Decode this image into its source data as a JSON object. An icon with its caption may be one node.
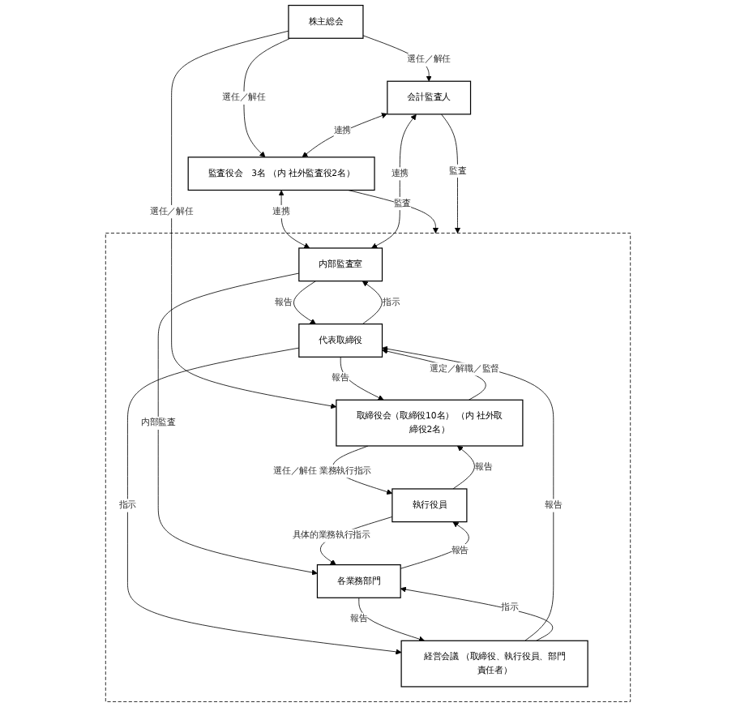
{
  "diagram": {
    "nodes": [
      {
        "text": [
          "株主総会"
        ]
      },
      {
        "text": [
          "会計監査人"
        ]
      },
      {
        "text": [
          "監査役会　3名 （内 社外監査役2名）"
        ]
      },
      {
        "text": [],
        "shape": "box"
      },
      {
        "text": [
          "取締役会（取締役10名） （内 社外取締役2名）"
        ],
        "in": 3
      },
      {
        "text": [
          "内部監査室"
        ],
        "in": 3
      },
      {
        "text": [
          "代表取締役"
        ],
        "in": 3
      },
      {
        "text": [
          "執行役員"
        ],
        "in": 3
      },
      {
        "text": [
          "経営会議 （取締役、執行役員、部門責任者）"
        ],
        "in": 3
      },
      {
        "text": [
          "各業務部門"
        ],
        "in": 3
      }
    ],
    "edges": [
      {
        "from": 0,
        "to": 1,
        "arrow": "to",
        "label": "選任／解任"
      },
      {
        "from": 0,
        "to": 2,
        "arrow": "to",
        "label": "選任／解任"
      },
      {
        "from": 0,
        "to": 4,
        "arrow": "to",
        "label": "選任／解任"
      },
      {
        "from": 1,
        "to": 2,
        "arrow": "both",
        "label": "連携"
      },
      {
        "from": 2,
        "to": 3,
        "arrow": "to",
        "label": "監査"
      },
      {
        "from": 2,
        "to": 5,
        "arrow": "both",
        "label": "連携"
      },
      {
        "from": 4,
        "to": 6,
        "arrow": "to",
        "label": "選定／解職／監督"
      },
      {
        "from": 6,
        "to": 4,
        "arrow": "to",
        "label": "報告"
      },
      {
        "from": 4,
        "to": 7,
        "arrow": "to",
        "label": "選任／解任 業務執行指示"
      },
      {
        "from": 7,
        "to": 4,
        "arrow": "to",
        "label": "報告"
      },
      {
        "from": 1,
        "to": 5,
        "arrow": "both",
        "label": "連携"
      },
      {
        "from": 6,
        "to": 5,
        "arrow": "to",
        "label": "指示"
      },
      {
        "from": 5,
        "to": 6,
        "arrow": "to",
        "label": "報告"
      },
      {
        "from": 1,
        "to": 3,
        "arrow": "to",
        "label": "監査"
      },
      {
        "from": 6,
        "to": 8,
        "arrow": "to",
        "label": "指示"
      },
      {
        "from": 8,
        "to": 6,
        "arrow": "to",
        "label": "報告"
      },
      {
        "from": 5,
        "to": 9,
        "arrow": "to",
        "label": "内部監査"
      },
      {
        "from": 8,
        "to": 9,
        "arrow": "to",
        "label": "指示"
      },
      {
        "from": 9,
        "to": 8,
        "arrow": "to",
        "label": "報告"
      },
      {
        "from": 7,
        "to": 9,
        "arrow": "to",
        "label": "具体的業務執行指示"
      },
      {
        "from": 9,
        "to": 7,
        "arrow": "to",
        "label": "報告"
      }
    ]
  }
}
